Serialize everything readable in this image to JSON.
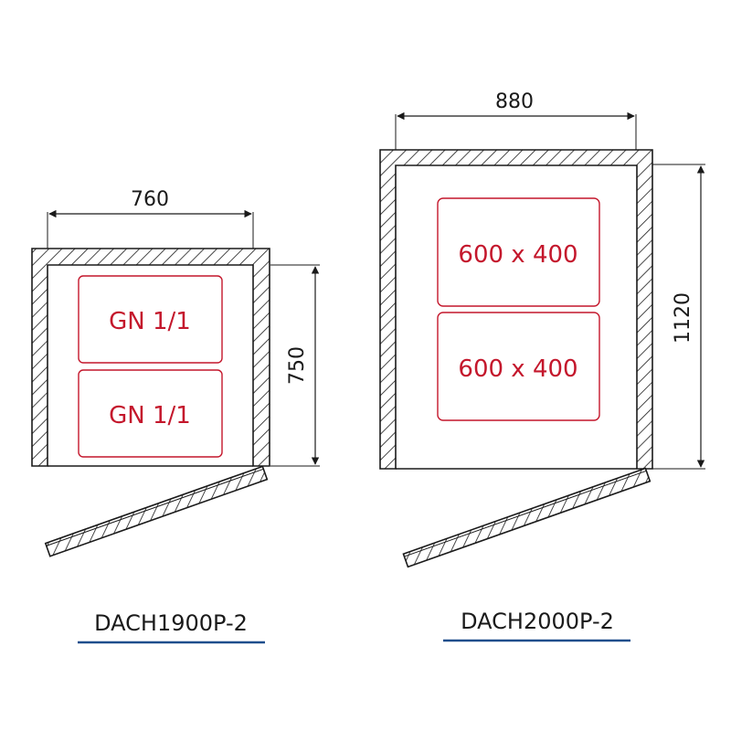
{
  "colors": {
    "outline": "#1a1a1a",
    "tray": "#c4172c",
    "underline": "#1f4e8c"
  },
  "units": [
    {
      "model": "DACH1900P-2",
      "width_label": "760",
      "depth_label": "750",
      "trays": [
        {
          "label": "GN 1/1"
        },
        {
          "label": "GN 1/1"
        }
      ]
    },
    {
      "model": "DACH2000P-2",
      "width_label": "880",
      "depth_label": "1120",
      "trays": [
        {
          "label": "600 x 400"
        },
        {
          "label": "600 x 400"
        }
      ]
    }
  ]
}
